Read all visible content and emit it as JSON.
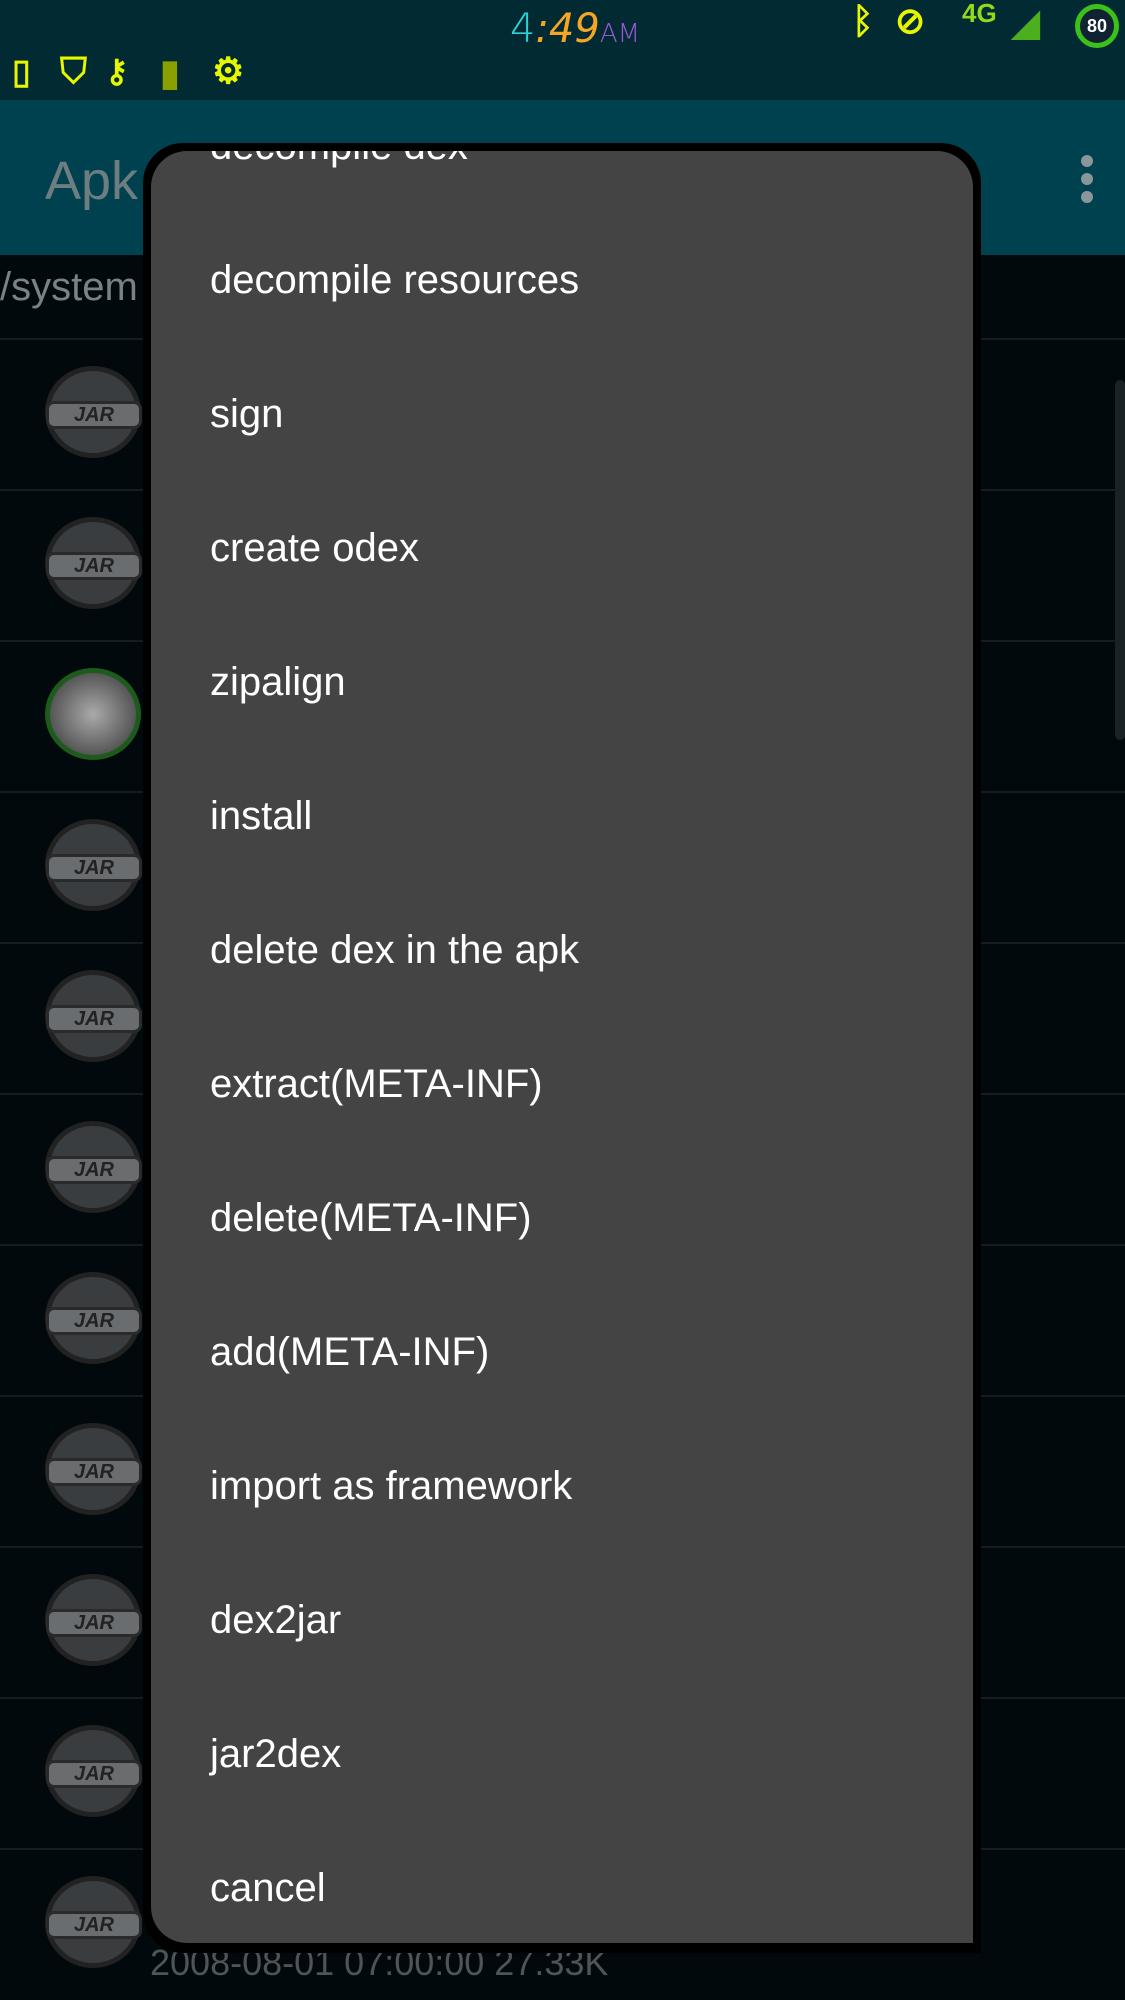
{
  "status": {
    "hour": "4",
    "minutes": ":49",
    "ampm": "AM",
    "network": "4G",
    "battery": "80"
  },
  "app": {
    "title": "Apk",
    "path": "/system"
  },
  "rows": [
    {
      "icon": "JAR"
    },
    {
      "icon": "JAR"
    },
    {
      "icon": "app"
    },
    {
      "icon": "JAR"
    },
    {
      "icon": "JAR"
    },
    {
      "icon": "JAR"
    },
    {
      "icon": "JAR"
    },
    {
      "icon": "JAR"
    },
    {
      "icon": "JAR"
    },
    {
      "icon": "JAR"
    },
    {
      "icon": "JAR",
      "meta": "2008-08-01 07:00:00   27.33K"
    }
  ],
  "menu": [
    "decompile dex",
    "decompile resources",
    "sign",
    "create odex",
    "zipalign",
    "install",
    "delete dex in the apk",
    "extract(META-INF)",
    "delete(META-INF)",
    "add(META-INF)",
    "import as framework",
    "dex2jar",
    "jar2dex",
    "cancel"
  ]
}
